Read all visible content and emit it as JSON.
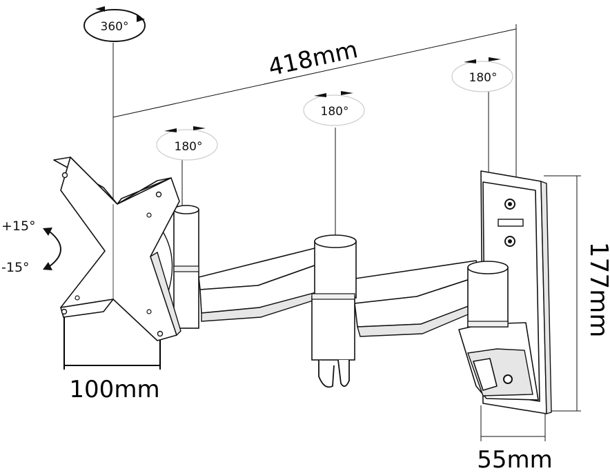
{
  "rotation_labels": {
    "plate": "360°",
    "joint_1": "180°",
    "joint_2": "180°",
    "joint_3": "180°"
  },
  "tilt": {
    "up": "+15°",
    "down": "-15°"
  },
  "dimensions": {
    "reach": "418mm",
    "vesa": "100mm",
    "height": "177mm",
    "depth": "55mm"
  }
}
